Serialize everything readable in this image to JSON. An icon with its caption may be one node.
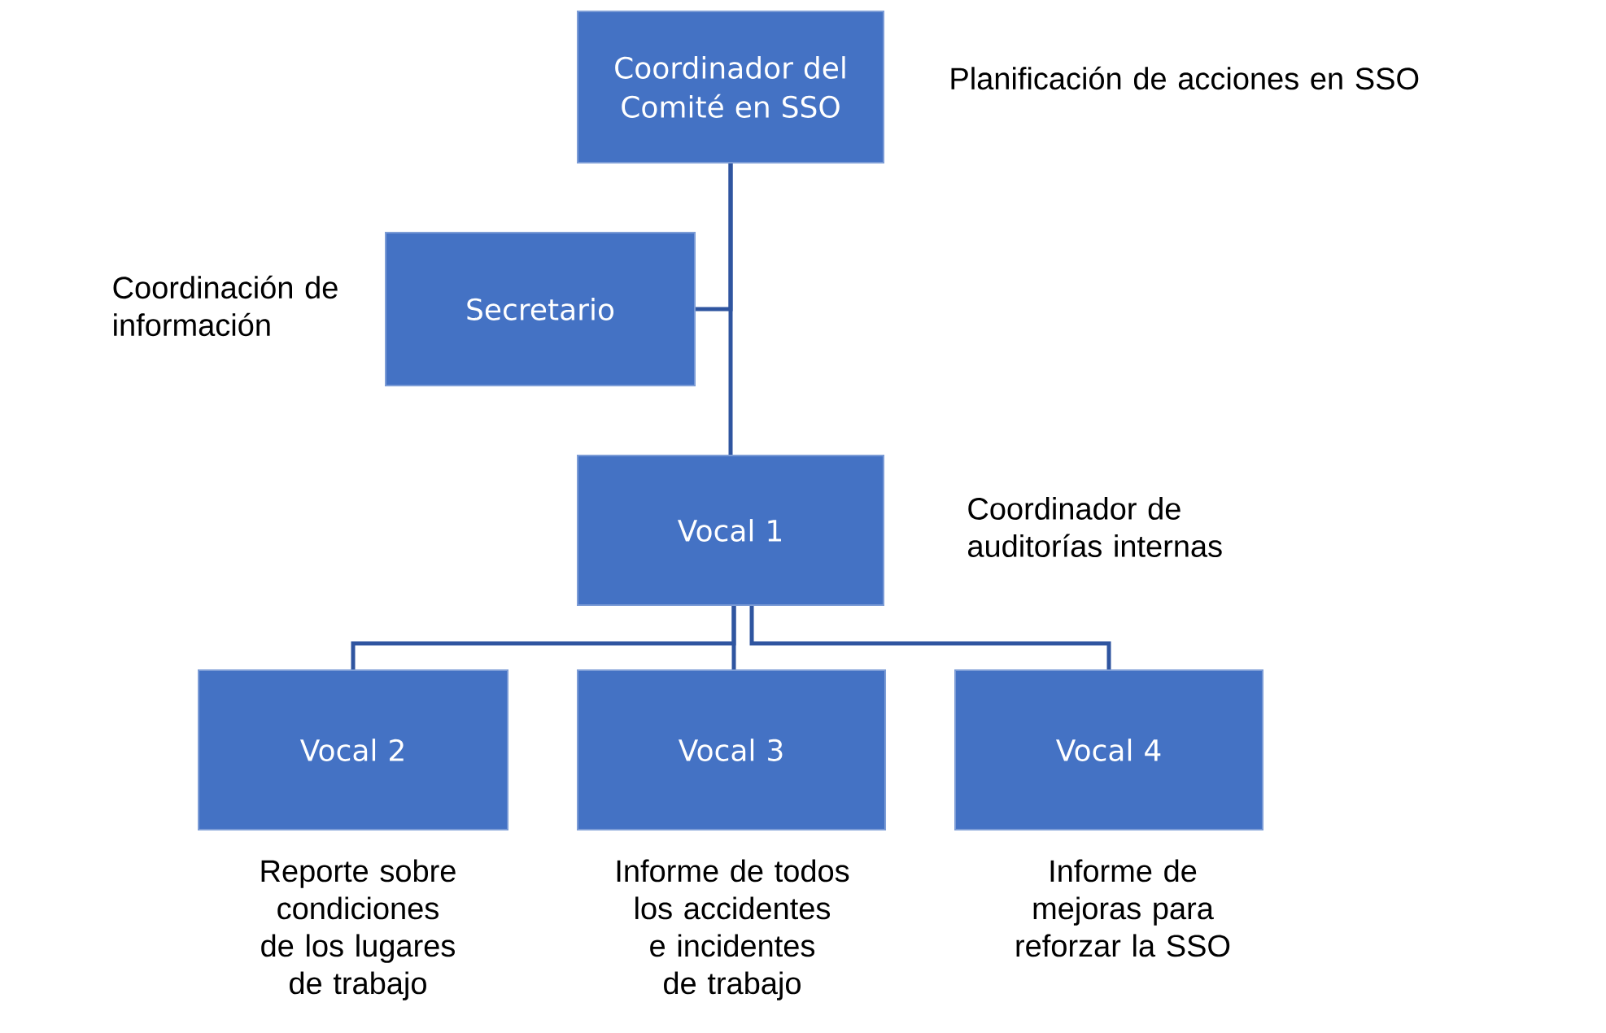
{
  "diagram": {
    "nodes": [
      {
        "text": [
          "Coordinador del Comité en SSO"
        ],
        "beside": [
          "Planificación de acciones en SSO"
        ]
      },
      {
        "text": [
          "Secretario"
        ],
        "beside": [
          "Coordinación de información"
        ]
      },
      {
        "text": [
          "Vocal 1"
        ],
        "beside": [
          "Coordinador de auditorías internas"
        ]
      },
      {
        "text": [
          "Vocal 2"
        ],
        "beside": [
          "Reporte sobre condiciones de los lugares de trabajo"
        ]
      },
      {
        "text": [
          "Vocal 3"
        ],
        "beside": [
          "Informe de todos los accidentes e incidentes de trabajo"
        ]
      },
      {
        "text": [
          "Vocal 4"
        ],
        "beside": [
          "Informe de mejoras para reforzar la SSO"
        ]
      }
    ],
    "edges": [
      {
        "from": 0,
        "to": 1,
        "arrow": "none"
      },
      {
        "from": 0,
        "to": 2,
        "arrow": "none"
      },
      {
        "from": 2,
        "to": 3,
        "arrow": "none"
      },
      {
        "from": 2,
        "to": 4,
        "arrow": "none"
      },
      {
        "from": 2,
        "to": 5,
        "arrow": "none"
      }
    ]
  }
}
